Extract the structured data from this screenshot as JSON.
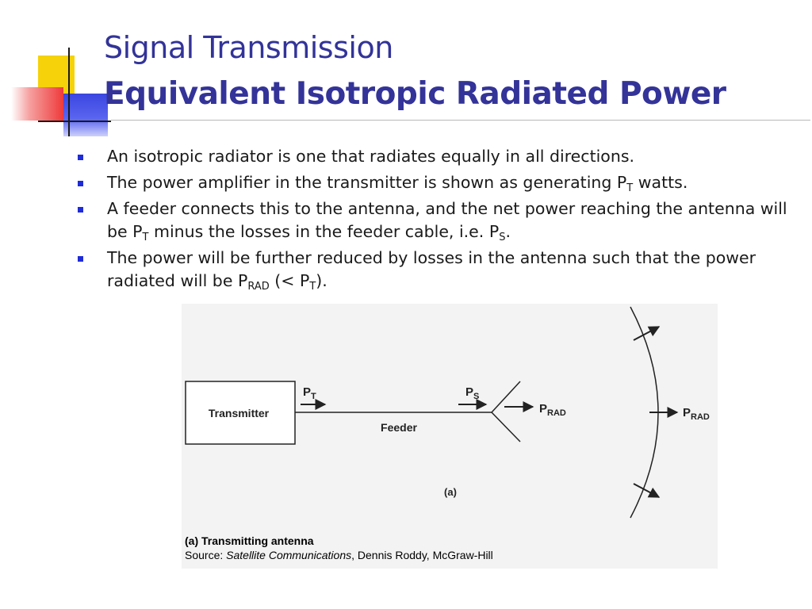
{
  "slide": {
    "title_line1": "Signal Transmission",
    "title_line2": "Equivalent Isotropic Radiated Power"
  },
  "bullets": [
    {
      "pre": "An isotropic radiator is one that radiates equally in all directions."
    },
    {
      "pre": "The power amplifier in the transmitter is shown as generating P",
      "sub1": "T",
      "post1": " watts."
    },
    {
      "pre": "A feeder connects this to the antenna, and the net power reaching the antenna will be P",
      "sub1": "T",
      "post1": " minus the losses in the feeder cable, i.e. P",
      "sub2": "S",
      "post2": "."
    },
    {
      "pre": "The power will be further reduced by losses in the antenna such that the power radiated will be P",
      "sub1": "RAD",
      "post1": " (< P",
      "sub2": "T",
      "post2": ")."
    }
  ],
  "diagram": {
    "transmitter_label": "Transmitter",
    "feeder_label": "Feeder",
    "p_main": "P",
    "pt_sub": "T",
    "ps_sub": "S",
    "prad_sub": "RAD",
    "panel_label": "(a)"
  },
  "caption": {
    "title": "(a) Transmitting antenna",
    "source_prefix": "Source: ",
    "book": "Satellite Communications",
    "rest": ", Dennis Roddy, McGraw-Hill"
  },
  "colors": {
    "title": "#333399",
    "bullet": "#1f2bd6",
    "figure_bg": "#f3f3f3"
  }
}
